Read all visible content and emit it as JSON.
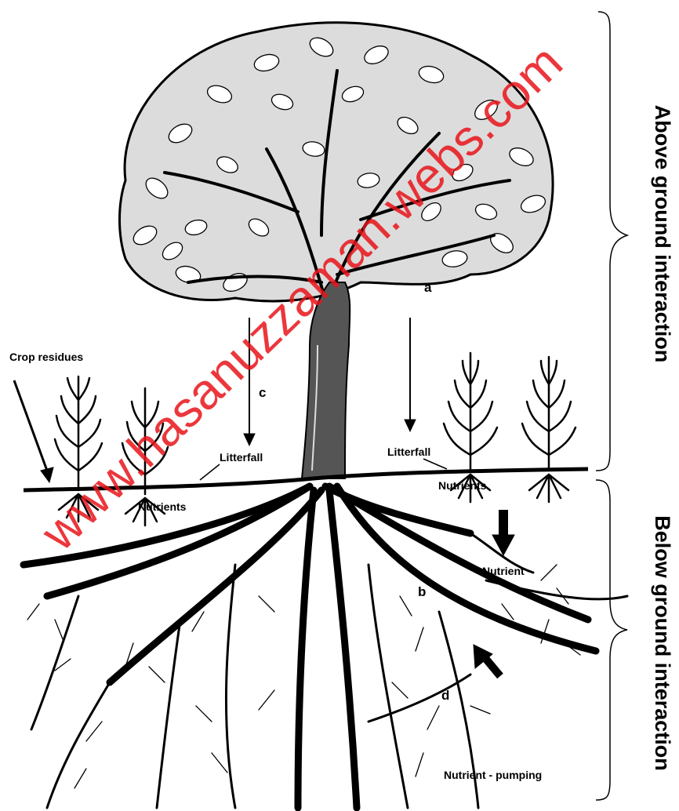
{
  "labels": {
    "a": "a",
    "b": "b",
    "c": "c",
    "d": "d",
    "crop_residues": "Crop residues",
    "litterfall_left": "Litterfall",
    "litterfall_right": "Litterfall",
    "nutrients_left": "Nutrients",
    "nutrients_right": "Nutrients",
    "nutrient": "Nutrient",
    "nutrient_pumping": "Nutrient - pumping"
  },
  "side_labels": {
    "above": "Above ground interaction",
    "below": "Below ground interaction"
  },
  "watermark": "www.hasanuzzaman.webs.com",
  "colors": {
    "ink": "#000000",
    "watermark": "#e8151b",
    "background": "#ffffff"
  }
}
